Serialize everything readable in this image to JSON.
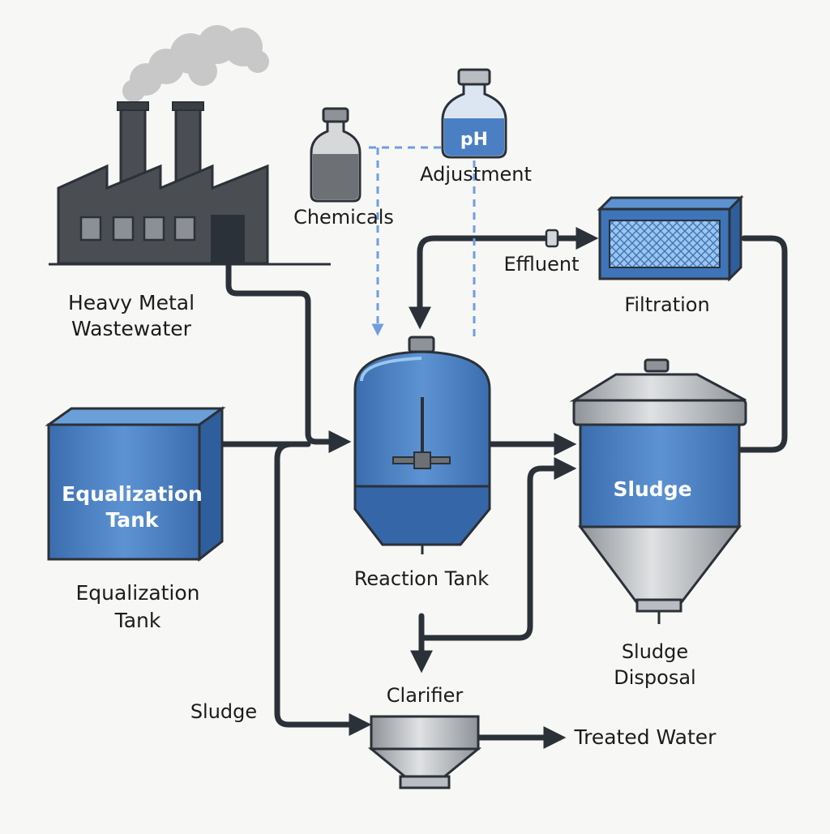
{
  "labels": {
    "factory": [
      "Heavy Metal",
      "Wastewater"
    ],
    "chemicals": "Chemicals",
    "ph_bottle": "pH",
    "ph_adjustment": "Adjustment",
    "effluent": "Effluent",
    "filtration": "Filtration",
    "equalization_tank_box": [
      "Equalization",
      "Tank"
    ],
    "equalization_tank": [
      "Equalization",
      "Tank"
    ],
    "reaction_tank": "Reaction Tank",
    "sludge_vessel": "Sludge",
    "sludge_disposal": [
      "Sludge",
      "Disposal"
    ],
    "clarifier": "Clarifier",
    "sludge_line": "Sludge",
    "treated_water": "Treated Water"
  },
  "colors": {
    "factory": "#4a4d52",
    "tank_blue": "#3f74b8",
    "tank_light_blue": "#7aaee0",
    "steel": "#b9bcc0",
    "pipe": "#2b3138",
    "dashed_line": "#6f9ee0"
  }
}
